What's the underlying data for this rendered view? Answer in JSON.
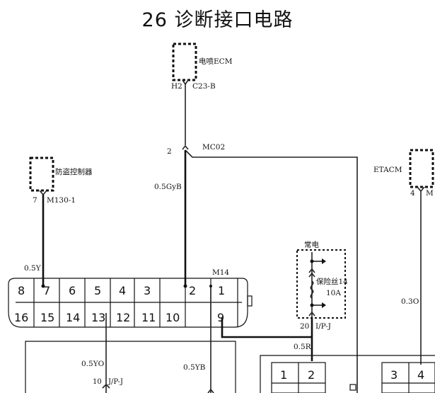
{
  "title": "26 诊断接口电路",
  "components": {
    "ecm": {
      "label": "电喷ECM",
      "pin": "H2",
      "connector": "C23-B"
    },
    "immobilizer": {
      "label": "防盗控制器",
      "pin": "7",
      "connector": "M130-1"
    },
    "etacm": {
      "label": "ETACM",
      "pin": "4",
      "connector": "M"
    },
    "splice": {
      "pin": "2",
      "label": "MC02"
    },
    "fuse_box": {
      "label_power": "常电",
      "label_fuse": "保险丝14",
      "rating": "10A",
      "pin": "20",
      "connector": "I/P-J"
    },
    "diag_connector": {
      "label": "M14"
    },
    "lower_connector": {
      "pin": "10",
      "label": "J/P-J"
    }
  },
  "wires": {
    "ecm_to_diag": "0.5GyB",
    "immob_to_diag": "0.5Y",
    "etacm_wire": "0.3O",
    "fuse_wire": "0.5R",
    "pin13_wire": "0.5YO",
    "pin1_wire": "0.5YB"
  },
  "diag_pins_top": [
    "8",
    "7",
    "6",
    "5",
    "4",
    "3",
    "2",
    "1"
  ],
  "diag_pins_bottom": [
    "16",
    "15",
    "14",
    "13",
    "12",
    "11",
    "10",
    "9"
  ],
  "bottom_pins_left": [
    "1",
    "2"
  ],
  "bottom_pins_right": [
    "3",
    "4"
  ]
}
